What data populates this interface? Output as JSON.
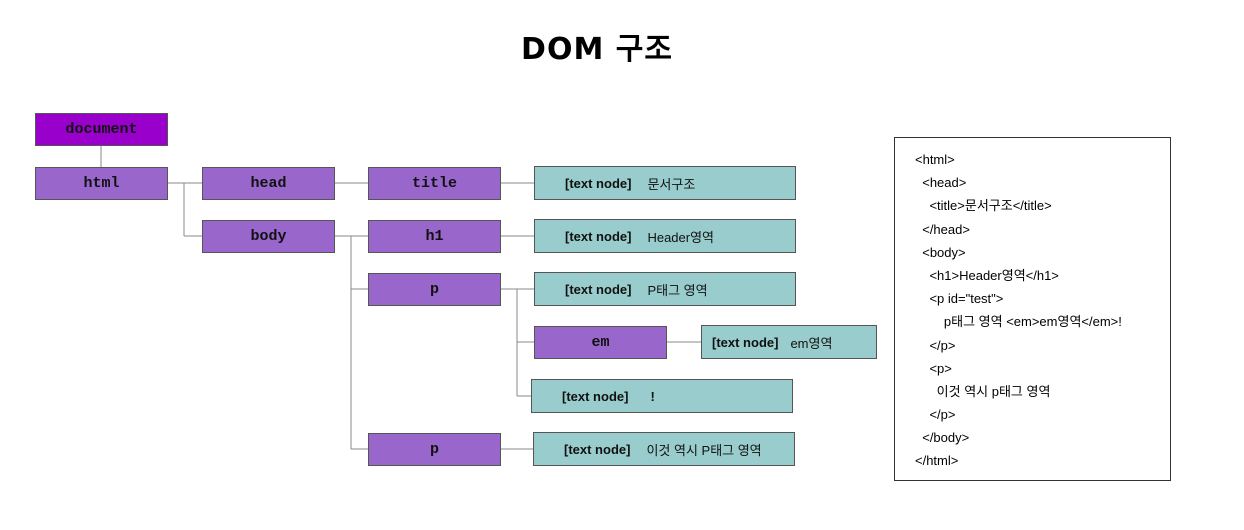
{
  "title": "DOM 구조",
  "tree": {
    "document": "document",
    "html": "html",
    "head": "head",
    "body": "body",
    "title": "title",
    "h1": "h1",
    "p1": "p",
    "em": "em",
    "p2": "p",
    "text_node_label": "[text node]",
    "texts": {
      "title_text": "문서구조",
      "h1_text": "Header영역",
      "p1_text": "P태그 영역",
      "em_text": "em영역",
      "excl_text": "!",
      "p2_text": "이것 역시 P태그 영역"
    }
  },
  "code_lines": [
    "<html>",
    "  <head>",
    "    <title>문서구조</title>",
    "  </head>",
    "  <body>",
    "    <h1>Header영역</h1>",
    "    <p id=\"test\">",
    "        p태그 영역 <em>em영역</em>!",
    "    </p>",
    "    <p>",
    "      이것 역시 p태그 영역",
    "    </p>",
    "  </body>",
    "</html>"
  ],
  "colors": {
    "element": "#9966cc",
    "document": "#9900cc",
    "text_node": "#99cccc",
    "connector": "#888888"
  }
}
